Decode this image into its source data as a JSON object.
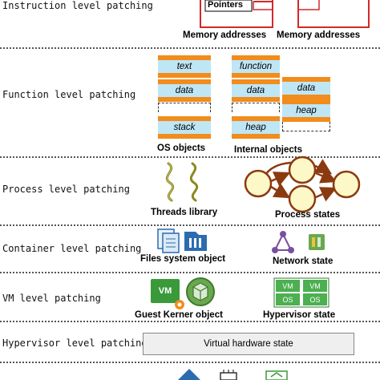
{
  "levels": {
    "instruction": "Instruction level patching",
    "function": "Function level patching",
    "process": "Process level patching",
    "container": "Container level patching",
    "vm": "VM level patching",
    "hypervisor": "Hypervisor level patching"
  },
  "instruction_row": {
    "pointers_label": "Pointers",
    "caption_left": "Memory addresses",
    "caption_right": "Memory addresses"
  },
  "function_row": {
    "os_segments": [
      "text",
      "data",
      "stack"
    ],
    "os_caption": "OS objects",
    "internal_left_segments": [
      "function",
      "data",
      "heap"
    ],
    "internal_right_segments": [
      "data",
      "heap"
    ],
    "internal_caption": "Internal objects"
  },
  "process_row": {
    "threads_caption": "Threads library",
    "states_caption": "Process states"
  },
  "container_row": {
    "files_caption": "Files system object",
    "network_caption": "Network state"
  },
  "vm_row": {
    "vm_badge": "VM",
    "guest_caption": "Guest Kerner object",
    "vm_os_labels": [
      "VM",
      "OS",
      "VM",
      "OS"
    ],
    "hypervisor_caption": "Hypervisor state"
  },
  "hypervisor_row": {
    "hardware_box": "Virtual hardware state"
  },
  "colors": {
    "orange": "#f28c1c",
    "light_blue": "#bfe6f5",
    "red": "#d62828",
    "olive": "#8a8a1a",
    "brown": "#8b3a10",
    "purple": "#7a4fa0",
    "vm_green": "#3a9a3a",
    "blue": "#2b6cb0"
  }
}
